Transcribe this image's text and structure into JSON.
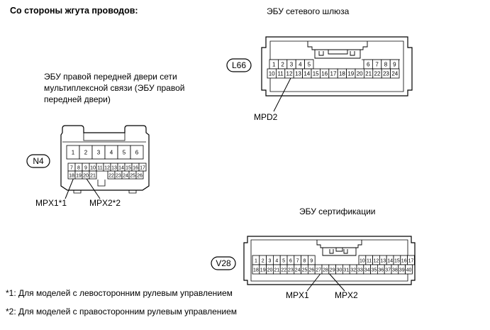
{
  "header": {
    "title": "Со стороны жгута проводов:"
  },
  "gateway": {
    "title": "ЭБУ сетевого шлюза",
    "code": "L66",
    "row1_left": [
      "1",
      "2",
      "3",
      "4",
      "5"
    ],
    "row1_right": [
      "6",
      "7",
      "8",
      "9"
    ],
    "row2": [
      "10",
      "11",
      "12",
      "13",
      "14",
      "15",
      "16",
      "17",
      "18",
      "19",
      "20",
      "21",
      "22",
      "23",
      "24"
    ],
    "callout": "MPD2"
  },
  "door": {
    "title_line1": "ЭБУ правой передней двери сети",
    "title_line2": "мультиплексной связи (ЭБУ правой",
    "title_line3": "передней двери)",
    "code": "N4",
    "row1": [
      "1",
      "2",
      "3",
      "4",
      "5",
      "6"
    ],
    "row2": [
      "7",
      "8",
      "9",
      "10",
      "11",
      "12",
      "13",
      "14",
      "15",
      "16",
      "17"
    ],
    "row3_left": [
      "18",
      "19",
      "20",
      "21"
    ],
    "row3_right": [
      "22",
      "23",
      "24",
      "25",
      "26"
    ],
    "callout1": "MPX1*1",
    "callout2": "MPX2*2"
  },
  "cert": {
    "title": "ЭБУ сертификации",
    "code": "V28",
    "row1_left": [
      "1",
      "2",
      "3",
      "4",
      "5",
      "6",
      "7",
      "8",
      "9"
    ],
    "row1_right": [
      "10",
      "11",
      "12",
      "13",
      "14",
      "15",
      "16",
      "17"
    ],
    "row2": [
      "18",
      "19",
      "20",
      "21",
      "22",
      "23",
      "24",
      "25",
      "26",
      "27",
      "28",
      "29",
      "30",
      "31",
      "32",
      "33",
      "34",
      "35",
      "36",
      "37",
      "38",
      "39",
      "40"
    ],
    "callout1": "MPX1",
    "callout2": "MPX2"
  },
  "footnotes": {
    "note1": "*1: Для моделей с левосторонним рулевым управлением",
    "note2": "*2: Для моделей с правосторонним рулевым управлением"
  }
}
